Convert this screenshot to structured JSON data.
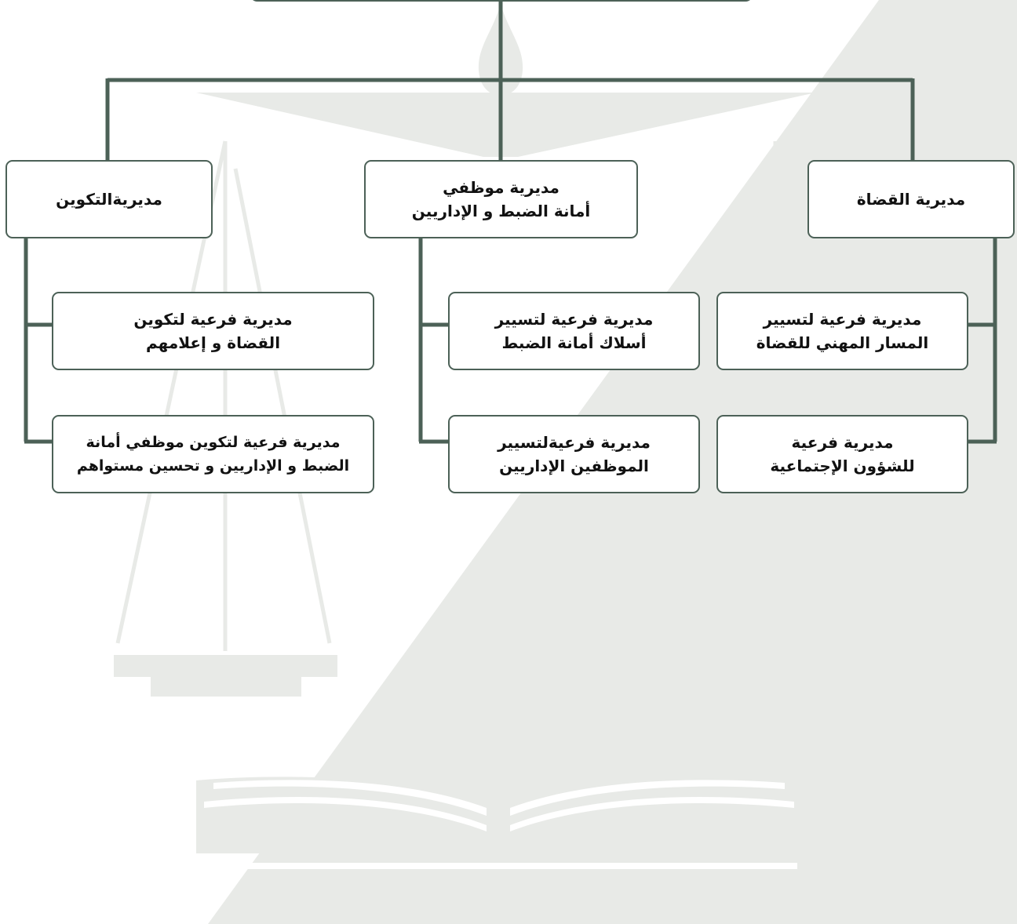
{
  "colors": {
    "line": "#4c6157",
    "box_border": "#4c6157",
    "watermark": "#e8eae7",
    "text": "#111111"
  },
  "directorates": [
    {
      "id": "judges",
      "title": [
        "مديرية القضاة"
      ],
      "subs": [
        [
          "مديرية فرعية لتسيير",
          "المسار المهني للقضاة"
        ],
        [
          "مديرية فرعية",
          "للشؤون الإجتماعية"
        ]
      ]
    },
    {
      "id": "clerks",
      "title": [
        "مديرية موظفي",
        "أمانة الضبط و الإداريين"
      ],
      "subs": [
        [
          "مديرية فرعية لتسيير",
          "أسلاك أمانة الضبط"
        ],
        [
          "مديرية فرعيةلتسيير",
          "الموظفين الإداريين"
        ]
      ]
    },
    {
      "id": "training",
      "title": [
        "مديريةالتكوين"
      ],
      "subs": [
        [
          "مديرية فرعية لتكوين",
          "القضاة و إعلامهم"
        ],
        [
          "مديرية فرعية لتكوين موظفي أمانة",
          "الضبط و الإداريين و تحسين مستواهم"
        ]
      ]
    }
  ]
}
